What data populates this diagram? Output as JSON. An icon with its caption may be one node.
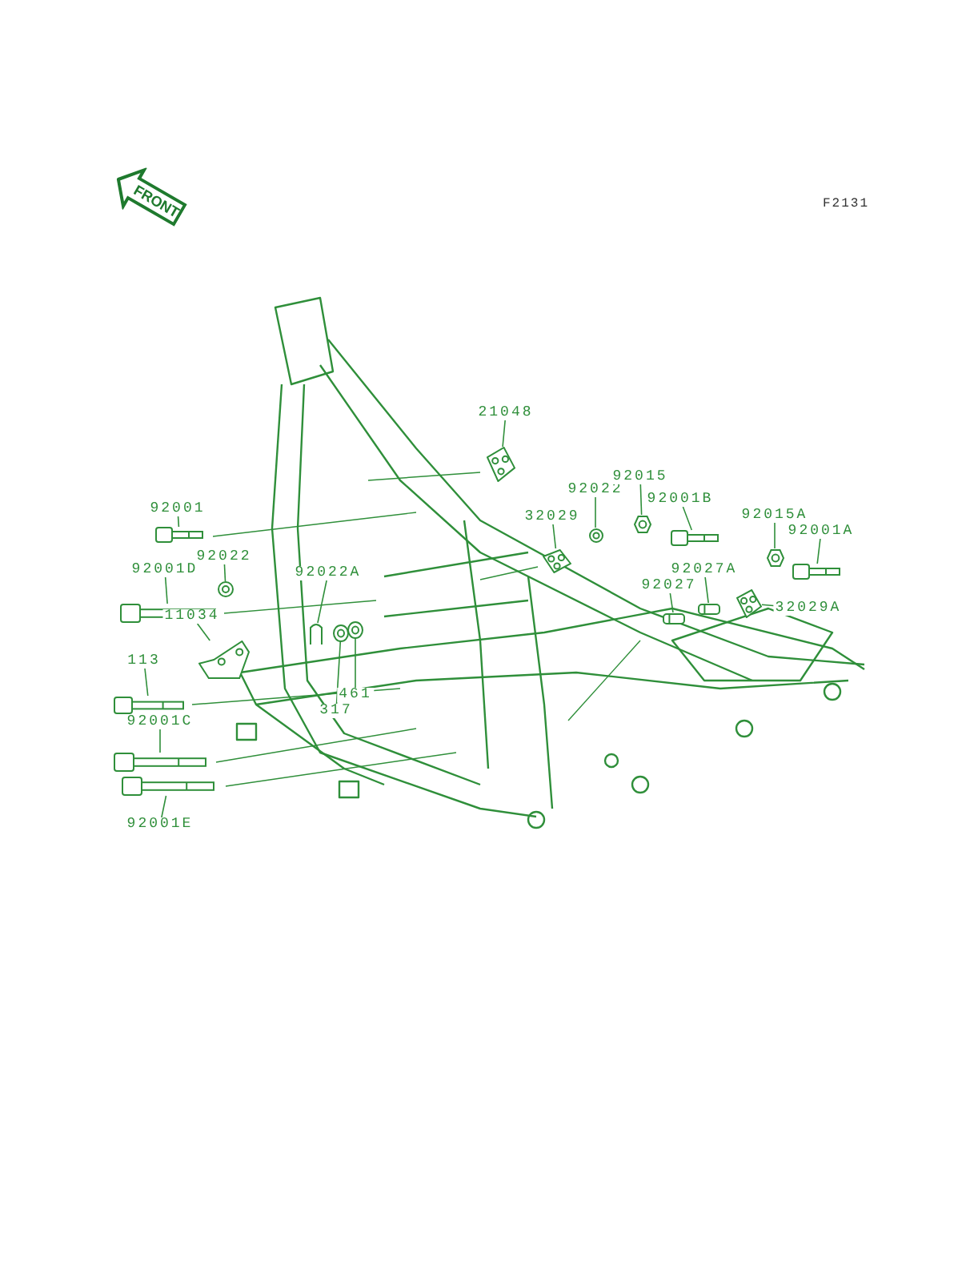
{
  "diagram": {
    "nodes": [
      {
        "text": [
          "92001"
        ]
      },
      {
        "text": [],
        "shape": "bolt"
      },
      {
        "text": [
          "92001D"
        ]
      },
      {
        "text": [],
        "shape": "bolt"
      },
      {
        "text": [
          "92022"
        ]
      },
      {
        "text": [],
        "shape": "washer"
      },
      {
        "text": [
          "11034"
        ]
      },
      {
        "text": [],
        "shape": "bracket"
      },
      {
        "text": [
          "113"
        ]
      },
      {
        "text": [],
        "shape": "bolt"
      },
      {
        "text": [
          "92001C"
        ]
      },
      {
        "text": [],
        "shape": "bolt"
      },
      {
        "text": [
          "92001E"
        ]
      },
      {
        "text": [],
        "shape": "bolt"
      },
      {
        "text": [
          "92022A"
        ]
      },
      {
        "text": [],
        "shape": "clip"
      },
      {
        "text": [
          "317"
        ]
      },
      {
        "text": [],
        "shape": "washer"
      },
      {
        "text": [
          "461"
        ]
      },
      {
        "text": [],
        "shape": "washer"
      },
      {
        "text": [
          "21048"
        ]
      },
      {
        "text": [],
        "shape": "plate"
      },
      {
        "text": [
          "32029"
        ]
      },
      {
        "text": [],
        "shape": "plate"
      },
      {
        "text": [
          "92022"
        ]
      },
      {
        "text": [],
        "shape": "washer"
      },
      {
        "text": [
          "92015"
        ]
      },
      {
        "text": [],
        "shape": "nut"
      },
      {
        "text": [
          "92001B"
        ]
      },
      {
        "text": [],
        "shape": "bolt"
      },
      {
        "text": [
          "92015A"
        ]
      },
      {
        "text": [],
        "shape": "nut"
      },
      {
        "text": [
          "92001A"
        ]
      },
      {
        "text": [],
        "shape": "bolt"
      },
      {
        "text": [
          "92027A"
        ]
      },
      {
        "text": [],
        "shape": "collar"
      },
      {
        "text": [
          "92027"
        ]
      },
      {
        "text": [],
        "shape": "collar"
      },
      {
        "text": [
          "32029A"
        ]
      },
      {
        "text": [],
        "shape": "plate"
      }
    ],
    "edges": [
      {
        "from": 0,
        "to": 1,
        "arrow": "none"
      },
      {
        "from": 2,
        "to": 3,
        "arrow": "none"
      },
      {
        "from": 4,
        "to": 5,
        "arrow": "none"
      },
      {
        "from": 6,
        "to": 7,
        "arrow": "none"
      },
      {
        "from": 8,
        "to": 9,
        "arrow": "none"
      },
      {
        "from": 10,
        "to": 11,
        "arrow": "none"
      },
      {
        "from": 12,
        "to": 13,
        "arrow": "none"
      },
      {
        "from": 14,
        "to": 15,
        "arrow": "none"
      },
      {
        "from": 16,
        "to": 17,
        "arrow": "none"
      },
      {
        "from": 18,
        "to": 19,
        "arrow": "none"
      },
      {
        "from": 20,
        "to": 21,
        "arrow": "none"
      },
      {
        "from": 22,
        "to": 23,
        "arrow": "none"
      },
      {
        "from": 24,
        "to": 25,
        "arrow": "none"
      },
      {
        "from": 26,
        "to": 27,
        "arrow": "none"
      },
      {
        "from": 28,
        "to": 29,
        "arrow": "none"
      },
      {
        "from": 30,
        "to": 31,
        "arrow": "none"
      },
      {
        "from": 32,
        "to": 33,
        "arrow": "none"
      },
      {
        "from": 34,
        "to": 35,
        "arrow": "none"
      },
      {
        "from": 36,
        "to": 37,
        "arrow": "none"
      },
      {
        "from": 38,
        "to": 39,
        "arrow": "none"
      }
    ],
    "labels": [
      "F2131",
      "FRONT"
    ]
  }
}
